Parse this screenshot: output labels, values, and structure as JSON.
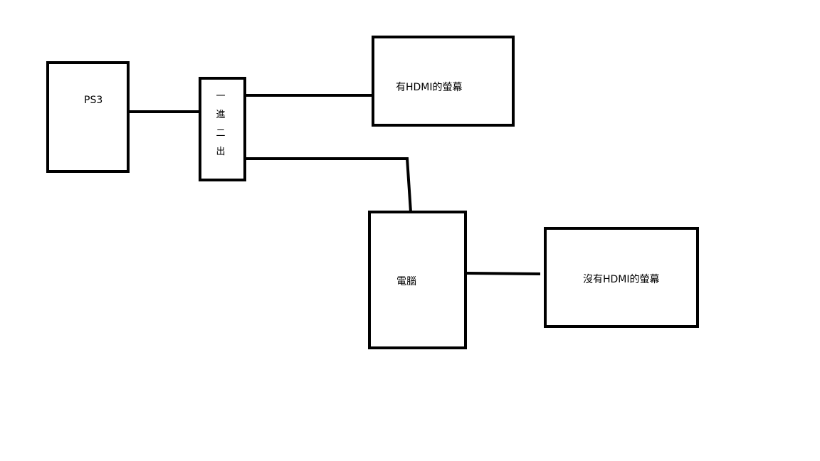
{
  "diagram": {
    "nodes": {
      "ps3": {
        "label": "PS3"
      },
      "splitter": {
        "chars": [
          "一",
          "進",
          "二",
          "出"
        ]
      },
      "hdmi_monitor": {
        "label": "有HDMI的螢幕"
      },
      "computer": {
        "label": "電腦"
      },
      "non_hdmi_monitor": {
        "label": "沒有HDMI的螢幕"
      }
    },
    "edges": [
      {
        "from": "ps3",
        "to": "splitter"
      },
      {
        "from": "splitter",
        "to": "hdmi_monitor"
      },
      {
        "from": "splitter",
        "to": "computer"
      },
      {
        "from": "computer",
        "to": "non_hdmi_monitor"
      }
    ],
    "line_color": "#000000"
  }
}
